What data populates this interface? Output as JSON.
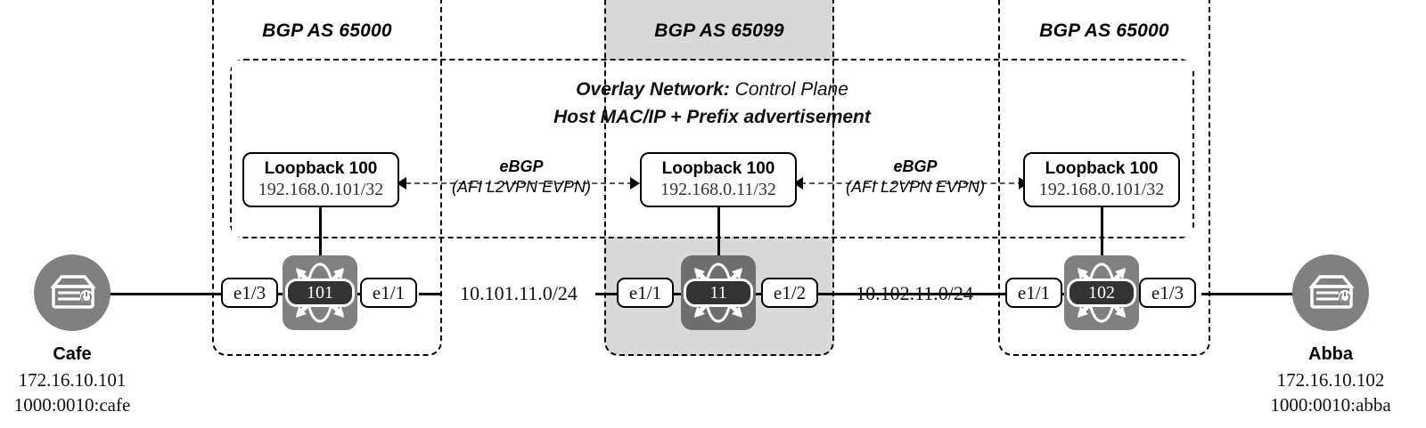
{
  "diagram": {
    "title": "EVPN VXLAN BGP topology",
    "as_zones": [
      {
        "id": "left",
        "label": "BGP AS 65000",
        "shaded": false
      },
      {
        "id": "middle",
        "label": "BGP AS 65099",
        "shaded": true
      },
      {
        "id": "right",
        "label": "BGP AS 65000",
        "shaded": false
      }
    ],
    "overlay": {
      "line1_bold": "Overlay Network:",
      "line1_rest": " Control Plane",
      "line2": "Host MAC/IP + Prefix advertisement"
    },
    "loopbacks": [
      {
        "id": "left",
        "title": "Loopback 100",
        "ip": "192.168.0.101/32"
      },
      {
        "id": "middle",
        "title": "Loopback 100",
        "ip": "192.168.0.11/32"
      },
      {
        "id": "right",
        "title": "Loopback 100",
        "ip": "192.168.0.101/32"
      }
    ],
    "peerings": [
      {
        "id": "left-peer",
        "protocol": "eBGP",
        "afi": "(AFI L2VPN EVPN)"
      },
      {
        "id": "right-peer",
        "protocol": "eBGP",
        "afi": "(AFI L2VPN EVPN)"
      }
    ],
    "switches": [
      {
        "id": "leaf-101",
        "name": "101"
      },
      {
        "id": "spine-11",
        "name": "11"
      },
      {
        "id": "leaf-102",
        "name": "102"
      }
    ],
    "interfaces": [
      {
        "id": "leaf101-left",
        "label": "e1/3"
      },
      {
        "id": "leaf101-right",
        "label": "e1/1"
      },
      {
        "id": "spine11-left",
        "label": "e1/1"
      },
      {
        "id": "spine11-right",
        "label": "e1/2"
      },
      {
        "id": "leaf102-left",
        "label": "e1/1"
      },
      {
        "id": "leaf102-right",
        "label": "e1/3"
      }
    ],
    "subnets": [
      {
        "id": "left-subnet",
        "label": "10.101.11.0/24"
      },
      {
        "id": "right-subnet",
        "label": "10.102.11.0/24"
      }
    ],
    "hosts": [
      {
        "id": "cafe",
        "name": "Cafe",
        "ip": "172.16.10.101",
        "mac": "1000:0010:cafe"
      },
      {
        "id": "abba",
        "name": "Abba",
        "ip": "172.16.10.102",
        "mac": "1000:0010:abba"
      }
    ],
    "colors": {
      "shade": "#d9d9d9",
      "switch_body": "#808080",
      "switch_body_dark": "#6e6e6e",
      "switch_pill": "#333333",
      "host_circle": "#808080",
      "line": "#000000",
      "dashed_peer": "#555555"
    }
  }
}
